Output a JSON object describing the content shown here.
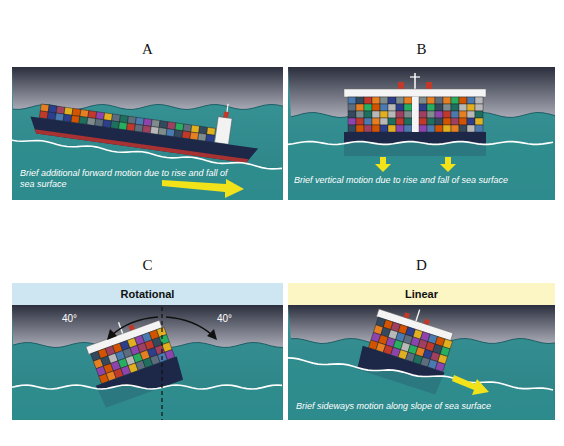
{
  "diagram": {
    "nodes": [
      {
        "text": [
          "A",
          "Brief additional forward motion due to rise and fall of sea surface"
        ]
      },
      {
        "text": [
          "B",
          "Brief vertical motion due to rise and fall of sea surface"
        ]
      },
      {
        "text": [
          "C",
          "Rotational"
        ]
      },
      {
        "text": [
          "D",
          "Linear",
          "Brief sideways motion along slope of sea surface"
        ]
      }
    ],
    "labels": [
      "40°",
      "40°"
    ]
  }
}
